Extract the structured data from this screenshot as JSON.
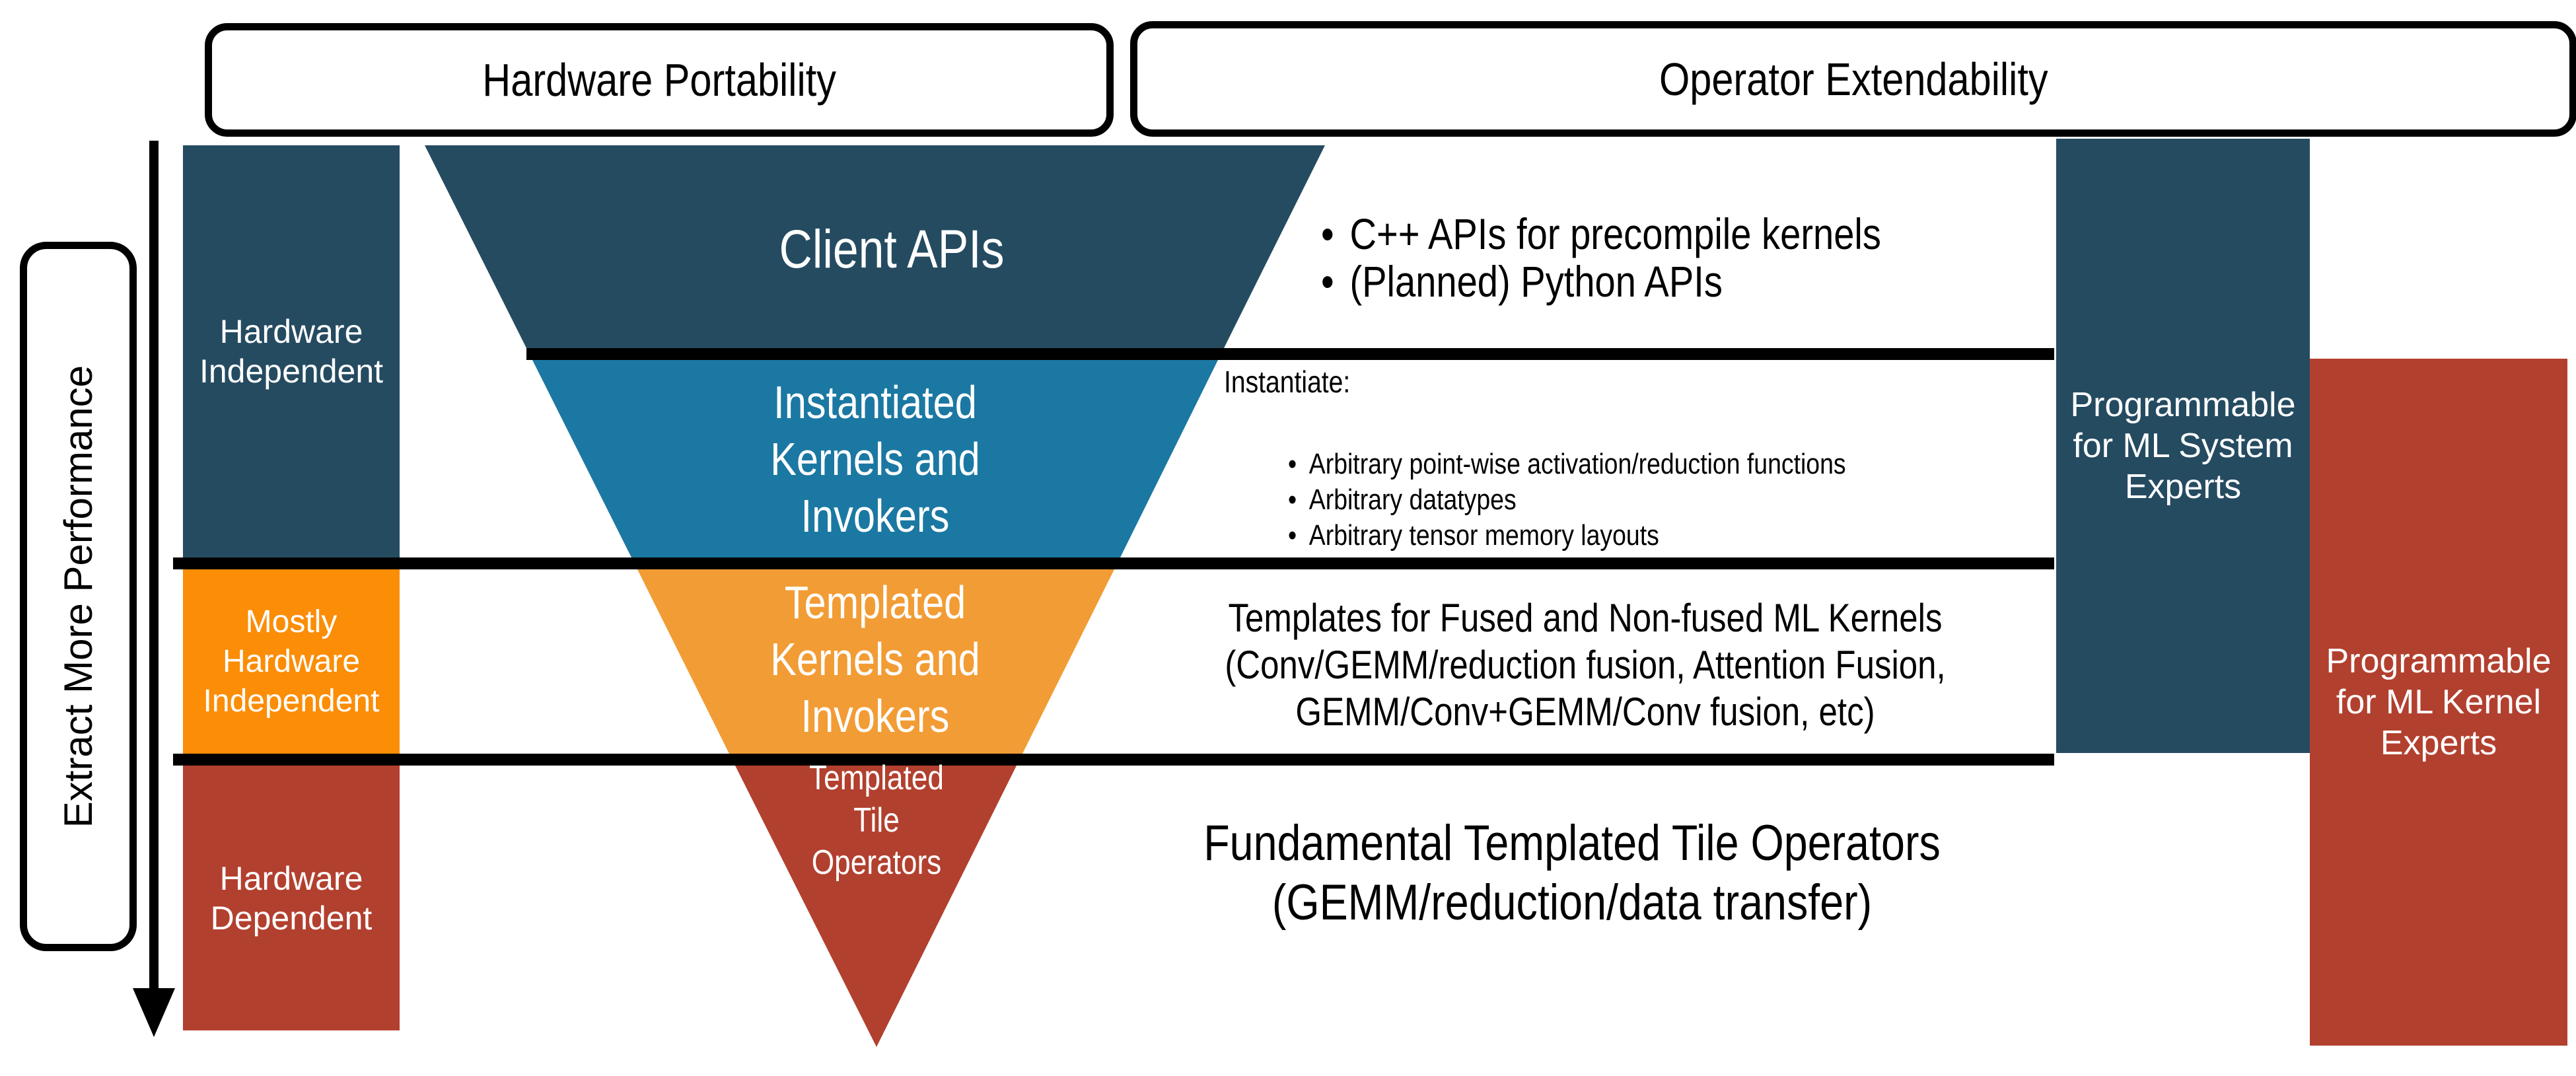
{
  "headers": {
    "left": "Hardware Portability",
    "right": "Operator Extendability"
  },
  "performance_axis": {
    "label": "Extract More Performance"
  },
  "left_column": {
    "hardware_independent": {
      "lines": [
        "Hardware",
        "Independent"
      ]
    },
    "mostly_hardware_independent": {
      "lines": [
        "Mostly",
        "Hardware",
        "Independent"
      ]
    },
    "hardware_dependent": {
      "lines": [
        "Hardware",
        "Dependent"
      ]
    }
  },
  "funnel": {
    "client_apis": {
      "label": "Client APIs"
    },
    "instantiated": {
      "lines": [
        "Instantiated",
        "Kernels and",
        "Invokers"
      ]
    },
    "templated": {
      "lines": [
        "Templated",
        "Kernels and",
        "Invokers"
      ]
    },
    "tile_operators": {
      "lines": [
        "Templated",
        "Tile",
        "Operators"
      ]
    }
  },
  "annotations": {
    "client_api_bullets": [
      "C++ APIs for precompile kernels",
      "(Planned) Python APIs"
    ],
    "instantiate": {
      "heading": "Instantiate:",
      "bullets": [
        "Arbitrary point-wise activation/reduction functions",
        "Arbitrary datatypes",
        "Arbitrary tensor memory layouts"
      ]
    },
    "templates": {
      "lines": [
        "Templates for Fused and Non-fused ML Kernels",
        "(Conv/GEMM/reduction fusion, Attention Fusion,",
        "GEMM/Conv+GEMM/Conv fusion, etc)"
      ]
    },
    "fundamental": {
      "lines": [
        "Fundamental Templated Tile Operators",
        "(GEMM/reduction/data transfer)"
      ]
    }
  },
  "right_column": {
    "ml_system": {
      "lines": [
        "Programmable",
        "for ML System",
        "Experts"
      ]
    },
    "ml_kernel": {
      "lines": [
        "Programmable",
        "for ML Kernel",
        "Experts"
      ]
    }
  },
  "colors": {
    "navy": "#254B61",
    "teal": "#1B78A2",
    "orange_left": "#FB8D07",
    "orange_funnel": "#F29C35",
    "red": "#B2402F",
    "line": "#000000"
  }
}
